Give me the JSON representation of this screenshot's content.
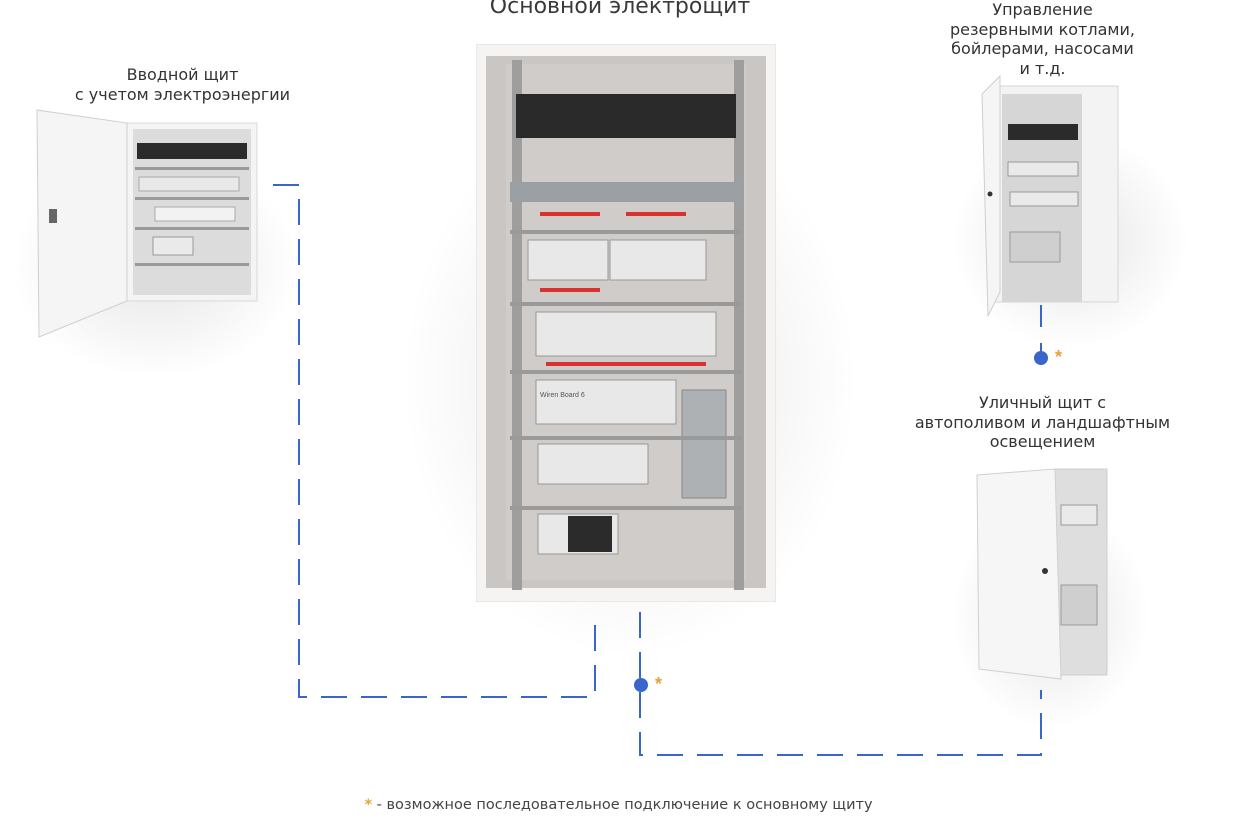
{
  "main_title": "Основной электрощит",
  "input_panel": {
    "line1": "Вводной щит",
    "line2": "с учетом электроэнергии"
  },
  "boiler_panel": {
    "line1": "Управление",
    "line2": "резервными котлами,",
    "line3": "бойлерами, насосами",
    "line4": "и т.д."
  },
  "street_panel": {
    "line1": "Уличный щит с",
    "line2": "автополивом и ландшафтным",
    "line3": "освещением"
  },
  "series_star": "*",
  "footnote": {
    "star": "*",
    "text": " - возможное последовательное подключение к основному щиту"
  },
  "module_labels": {
    "controller": "Wiren Board 6"
  },
  "colors": {
    "wire": "#3a66cc",
    "node": "#3a66cc",
    "star": "#e8a23a"
  }
}
